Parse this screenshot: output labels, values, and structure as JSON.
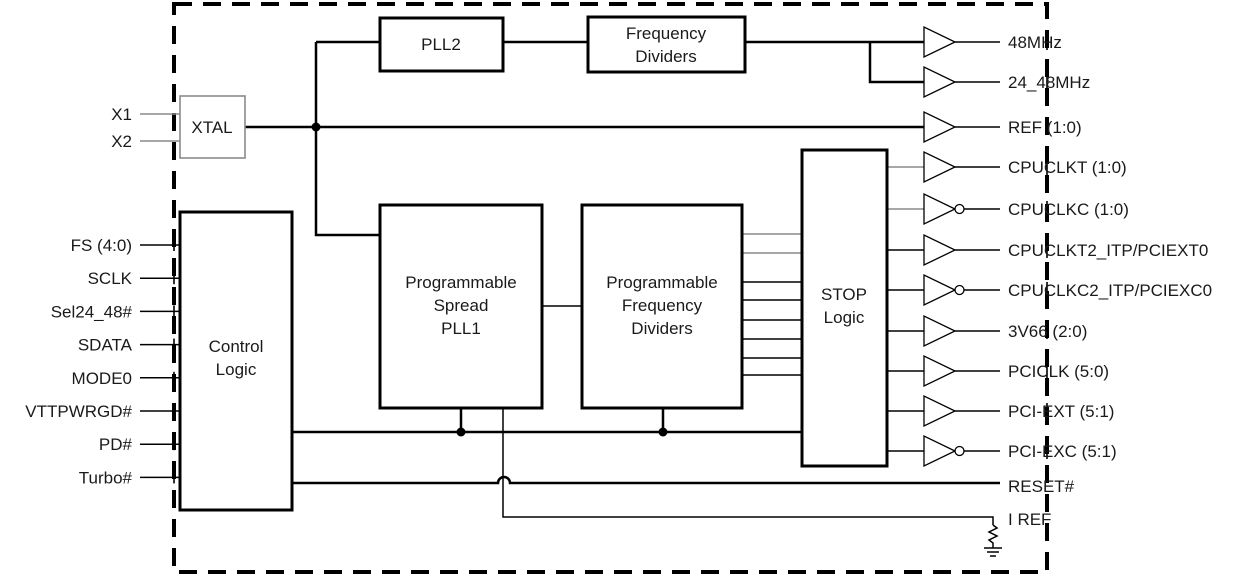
{
  "blocks": {
    "xtal": "XTAL",
    "pll2": "PLL2",
    "freq_dividers": [
      "Frequency",
      "Dividers"
    ],
    "control_logic": [
      "Control",
      "Logic"
    ],
    "spread_pll": [
      "Programmable",
      "Spread",
      "PLL1"
    ],
    "prog_dividers": [
      "Programmable",
      "Frequency",
      "Dividers"
    ],
    "stop_logic": [
      "STOP",
      "Logic"
    ]
  },
  "xtal_inputs": [
    "X1",
    "X2"
  ],
  "control_inputs": [
    "FS (4:0)",
    "SCLK",
    "Sel24_48#",
    "SDATA",
    "MODE0",
    "VTTPWRGD#",
    "PD#",
    "Turbo#"
  ],
  "outputs": [
    {
      "label": "48MHz",
      "inverted": false
    },
    {
      "label": "24_48MHz",
      "inverted": false
    },
    {
      "label": "REF (1:0)",
      "inverted": false
    },
    {
      "label": "CPUCLKT (1:0)",
      "inverted": false
    },
    {
      "label": "CPUCLKC (1:0)",
      "inverted": true
    },
    {
      "label": "CPUCLKT2_ITP/PCIEXT0",
      "inverted": false
    },
    {
      "label": "CPUCLKC2_ITP/PCIEXC0",
      "inverted": true
    },
    {
      "label": "3V66 (2:0)",
      "inverted": false
    },
    {
      "label": "PCICLK (5:0)",
      "inverted": false
    },
    {
      "label": "PCI-EXT (5:1)",
      "inverted": false
    },
    {
      "label": "PCI-EXC (5:1)",
      "inverted": true
    }
  ],
  "direct_outputs": [
    "RESET#",
    "I REF"
  ]
}
